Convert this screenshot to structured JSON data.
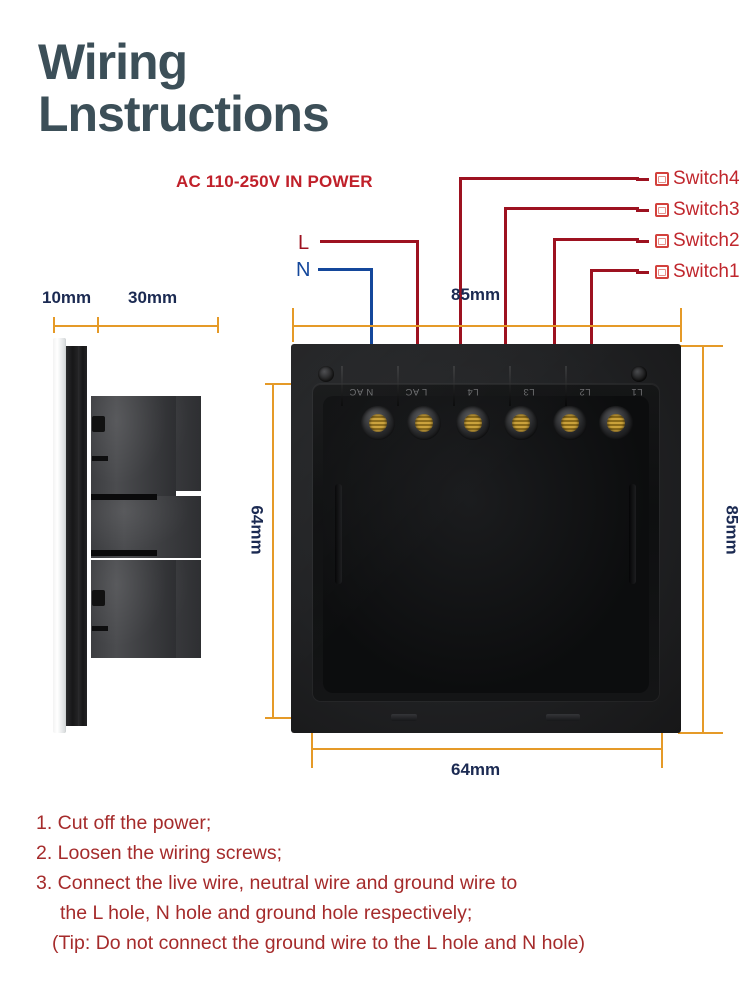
{
  "title": "Wiring\nLnstructions",
  "title_color": "#3c4f58",
  "power_label": "AC 110-250V IN POWER",
  "power_label_color": "#c0202a",
  "wire_labels": {
    "live": "L",
    "neutral": "N"
  },
  "wire_colors": {
    "live": "#9d1220",
    "neutral": "#14479b",
    "dimension": "#e59a28"
  },
  "legend": {
    "items": [
      {
        "label": "Switch4",
        "icon": "switch-square-icon"
      },
      {
        "label": "Switch3",
        "icon": "switch-square-icon"
      },
      {
        "label": "Switch2",
        "icon": "switch-square-icon"
      },
      {
        "label": "Switch1",
        "icon": "switch-square-icon"
      }
    ]
  },
  "dimensions": {
    "profile_front": "10mm",
    "profile_depth": "30mm",
    "device_width_top": "85mm",
    "device_height_left": "64mm",
    "device_height_right": "85mm",
    "device_width_bottom": "64mm"
  },
  "terminals": [
    {
      "label": "N AC",
      "wire": "neutral"
    },
    {
      "label": "L AC",
      "wire": "live"
    },
    {
      "label": "L4",
      "wire": "live"
    },
    {
      "label": "L3",
      "wire": "live"
    },
    {
      "label": "L2",
      "wire": "live"
    },
    {
      "label": "L1",
      "wire": "live"
    }
  ],
  "steps": {
    "line1": "1. Cut off the power;",
    "line2": "2. Loosen the wiring screws;",
    "line3": "3. Connect the live wire, neutral wire and ground wire to",
    "line4": "the L hole, N hole and ground hole respectively;",
    "line5": "(Tip: Do not connect the ground wire to the L hole and N hole)",
    "color": "#a52b2b"
  }
}
